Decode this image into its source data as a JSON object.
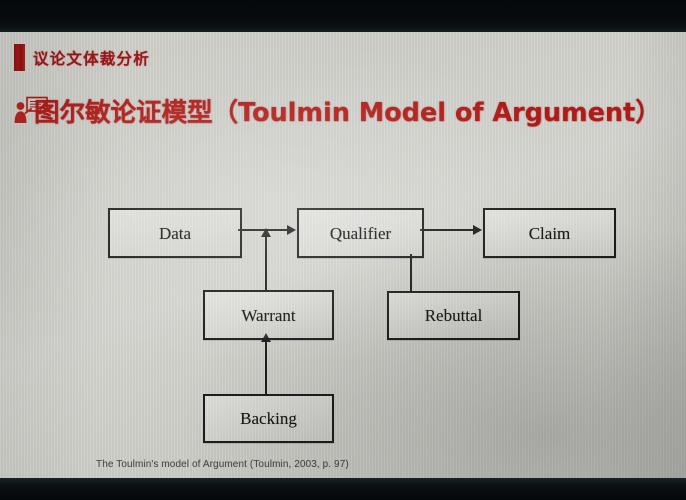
{
  "slide": {
    "subheading": "议论文体裁分析",
    "title": "图尔敏论证模型（Toulmin Model of Argument）",
    "caption": "The Toulmin's model of Argument (Toulmin, 2003, p. 97)",
    "accent_color": "#9c1616",
    "title_color": "#b01b17",
    "background_color": "#d2d2cd",
    "icons": {
      "heading_bar": "red-bar-icon",
      "presenter": "presenter-at-board-icon"
    }
  },
  "diagram": {
    "type": "flowchart",
    "nodes": [
      {
        "id": "data",
        "label": "Data"
      },
      {
        "id": "qualifier",
        "label": "Qualifier"
      },
      {
        "id": "claim",
        "label": "Claim"
      },
      {
        "id": "warrant",
        "label": "Warrant"
      },
      {
        "id": "rebuttal",
        "label": "Rebuttal"
      },
      {
        "id": "backing",
        "label": "Backing"
      }
    ],
    "edges": [
      {
        "from": "data",
        "to": "qualifier",
        "arrow": true
      },
      {
        "from": "qualifier",
        "to": "claim",
        "arrow": true
      },
      {
        "from": "warrant",
        "to": "qualifier",
        "arrow": true
      },
      {
        "from": "backing",
        "to": "warrant",
        "arrow": true
      },
      {
        "from": "qualifier",
        "to": "rebuttal",
        "arrow": false
      }
    ]
  }
}
